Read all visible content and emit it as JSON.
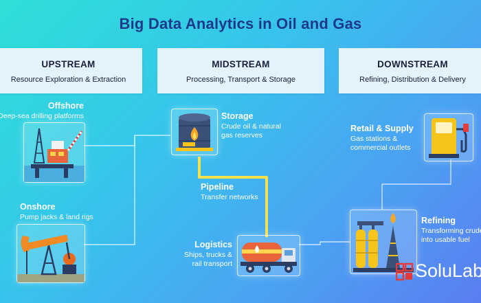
{
  "title": "Big Data Analytics in Oil and Gas",
  "stages": {
    "upstream": {
      "heading": "UPSTREAM",
      "subtitle": "Resource Exploration & Extraction"
    },
    "midstream": {
      "heading": "MIDSTREAM",
      "subtitle": "Processing, Transport & Storage"
    },
    "downstream": {
      "heading": "DOWNSTREAM",
      "subtitle": "Refining, Distribution & Delivery"
    }
  },
  "nodes": {
    "offshore": {
      "title": "Offshore",
      "desc": "Deep-sea drilling platforms"
    },
    "onshore": {
      "title": "Onshore",
      "desc": "Pump jacks & land rigs"
    },
    "storage": {
      "title": "Storage",
      "desc_line1": "Crude oil & natural",
      "desc_line2": "gas reserves"
    },
    "pipeline": {
      "title": "Pipeline",
      "desc": "Transfer networks"
    },
    "logistics": {
      "title": "Logistics",
      "desc_line1": "Ships, trucks &",
      "desc_line2": "rail transport"
    },
    "retail": {
      "title": "Retail & Supply",
      "desc_line1": "Gas stations &",
      "desc_line2": "commercial outlets"
    },
    "refining": {
      "title": "Refining",
      "desc_line1": "Transforming crude",
      "desc_line2": "into usable fuel"
    }
  },
  "icons": {
    "offshore": "offshore-rig-icon",
    "onshore": "pump-jack-icon",
    "storage": "storage-tank-icon",
    "logistics": "tanker-truck-icon",
    "refining": "refinery-icon",
    "retail": "fuel-pump-icon"
  },
  "logo": {
    "text": "SoluLabs"
  },
  "colors": {
    "title": "#1d3a8a",
    "stage_bg": "#e3f3fb",
    "pipe_yellow": "#f7e14a",
    "connector": "#ffffff"
  }
}
